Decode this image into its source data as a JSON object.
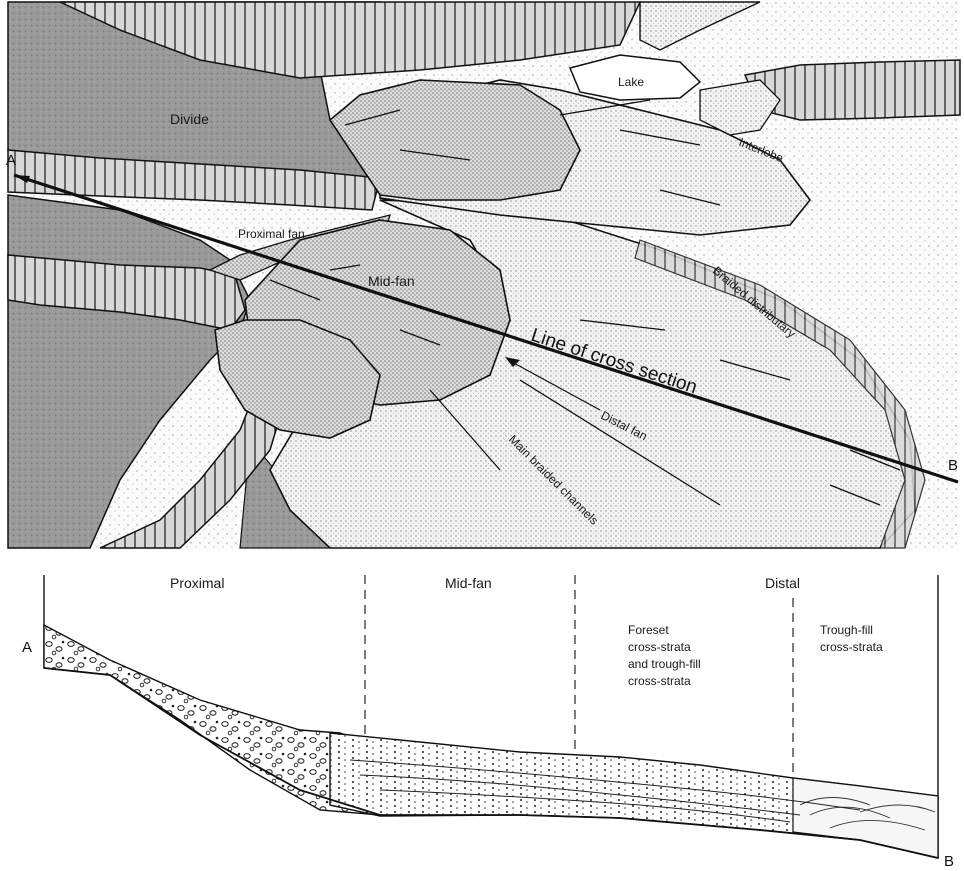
{
  "map": {
    "labels": {
      "divide": "Divide",
      "lake": "Lake",
      "interlobe": "Interlobe",
      "proximal_fan": "Proximal fan",
      "mid_fan": "Mid-fan",
      "braided_distributary": "Braided distributary",
      "line_of_cross_section": "Line of cross section",
      "distal_fan": "Distal fan",
      "main_braided_channels": "Main braided channels"
    },
    "endpoints": {
      "a": "A",
      "b": "B"
    }
  },
  "cross_section": {
    "zones": {
      "proximal": "Proximal",
      "mid_fan": "Mid-fan",
      "distal": "Distal"
    },
    "notes": {
      "foreset_line1": "Foreset",
      "foreset_line2": "cross-strata",
      "foreset_line3": "and trough-fill",
      "foreset_line4": "cross-strata",
      "trough_line1": "Trough-fill",
      "trough_line2": "cross-strata"
    },
    "endpoints": {
      "a": "A",
      "b": "B"
    }
  },
  "colors": {
    "ink": "#111111",
    "upland_gray": "#8f8f8f",
    "fan_light": "#e9e9e9",
    "fan_dots": "#cfcfcf",
    "paper": "#ffffff"
  }
}
